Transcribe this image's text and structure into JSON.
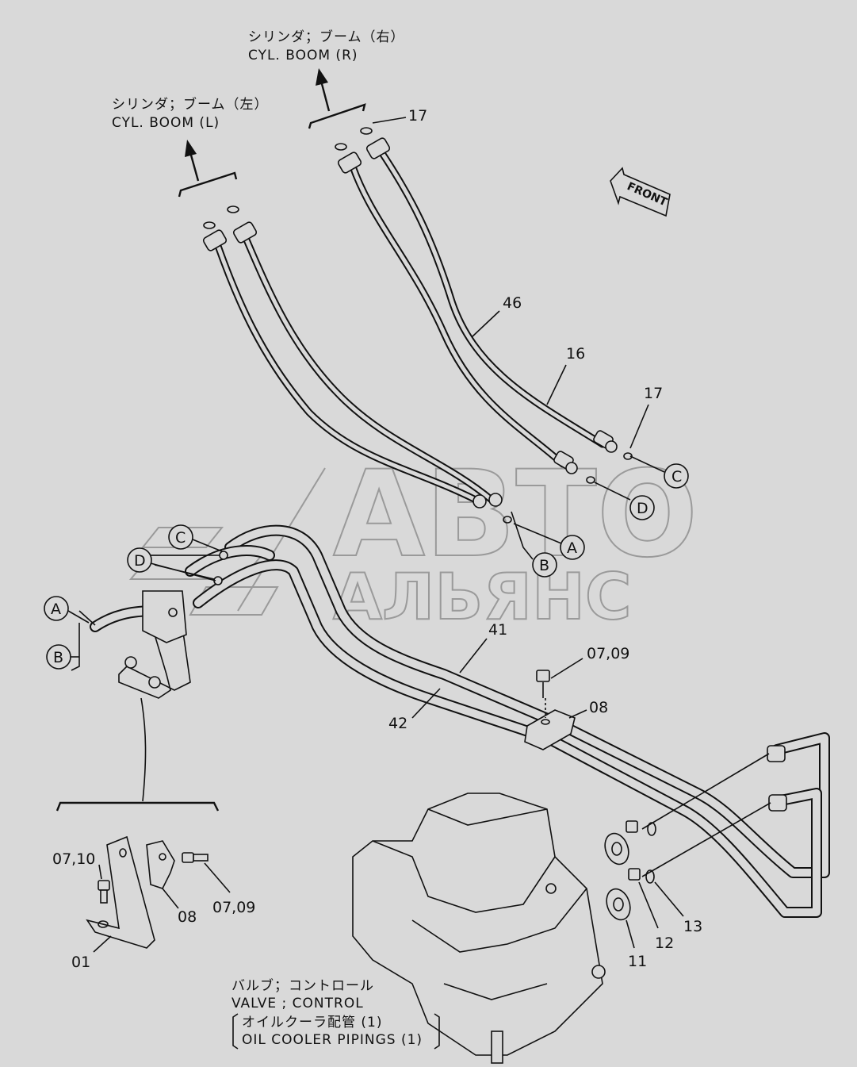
{
  "labels": {
    "boom_r_jp": "シリンダ；ブーム（右）",
    "boom_r_en": "CYL. BOOM (R)",
    "boom_l_jp": "シリンダ；ブーム（左）",
    "boom_l_en": "CYL. BOOM (L)",
    "front": "FRONT",
    "valve_jp": "バルブ；コントロール",
    "valve_en": "VALVE ; CONTROL",
    "pipings_jp": "オイルクーラ配管 (1)",
    "pipings_en": "OIL COOLER PIPINGS (1)"
  },
  "parts": {
    "p17a": "17",
    "p17b": "17",
    "p46": "46",
    "p16": "16",
    "p41": "41",
    "p42": "42",
    "p0709a": "07,09",
    "p08a": "08",
    "p0710": "07,10",
    "p08b": "08",
    "p0709b": "07,09",
    "p01": "01",
    "p11": "11",
    "p12": "12",
    "p13": "13"
  },
  "circles": {
    "c1": "C",
    "d1": "D",
    "a1": "A",
    "b1": "B",
    "c2": "C",
    "d2": "D",
    "a2": "A",
    "b2": "B"
  },
  "watermark": {
    "line1": "АВТО",
    "line2": "АЛЬЯНС"
  }
}
